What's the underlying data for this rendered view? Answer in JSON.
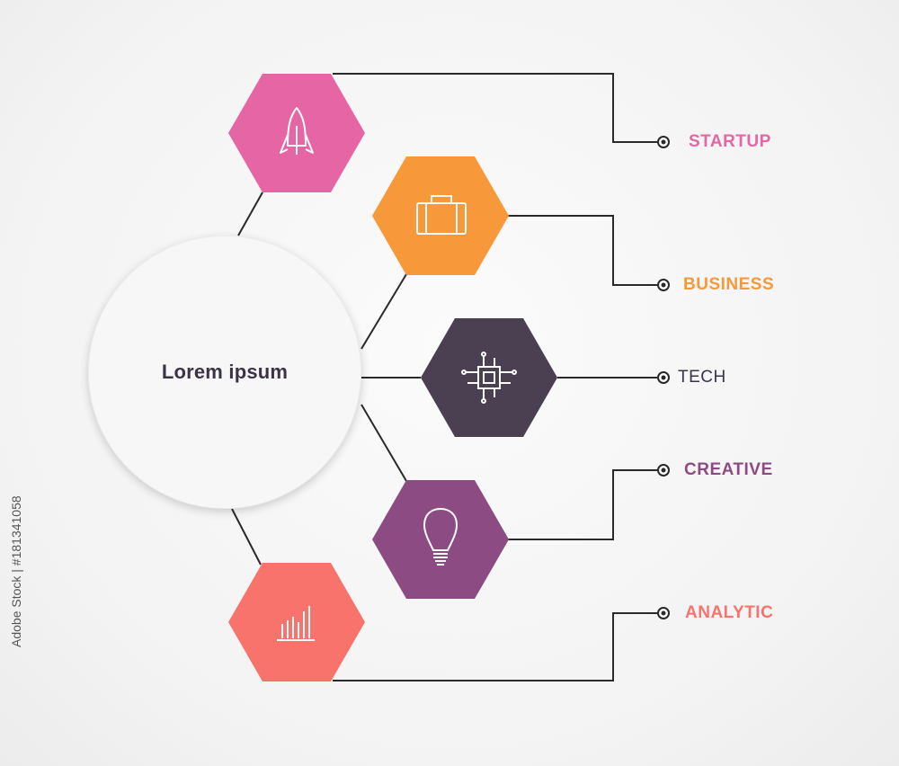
{
  "hub": {
    "title": "Lorem ipsum"
  },
  "items": [
    {
      "key": "startup",
      "label": "STARTUP",
      "color": "#e565a5",
      "icon": "rocket-icon"
    },
    {
      "key": "business",
      "label": "BUSINESS",
      "color": "#f7993a",
      "icon": "briefcase-icon"
    },
    {
      "key": "tech",
      "label": "TECH",
      "color": "#4b3f52",
      "icon": "chip-icon"
    },
    {
      "key": "creative",
      "label": "CREATIVE",
      "color": "#8c4b82",
      "icon": "lightbulb-icon"
    },
    {
      "key": "analytic",
      "label": "ANALYTIC",
      "color": "#f7736c",
      "icon": "bar-chart-icon"
    }
  ],
  "watermark": {
    "stock_id": "Adobe Stock | #181341058"
  },
  "colors": {
    "line": "#2a2a2a",
    "icon_stroke": "#ffffff",
    "label_tech": "#3b3446"
  }
}
